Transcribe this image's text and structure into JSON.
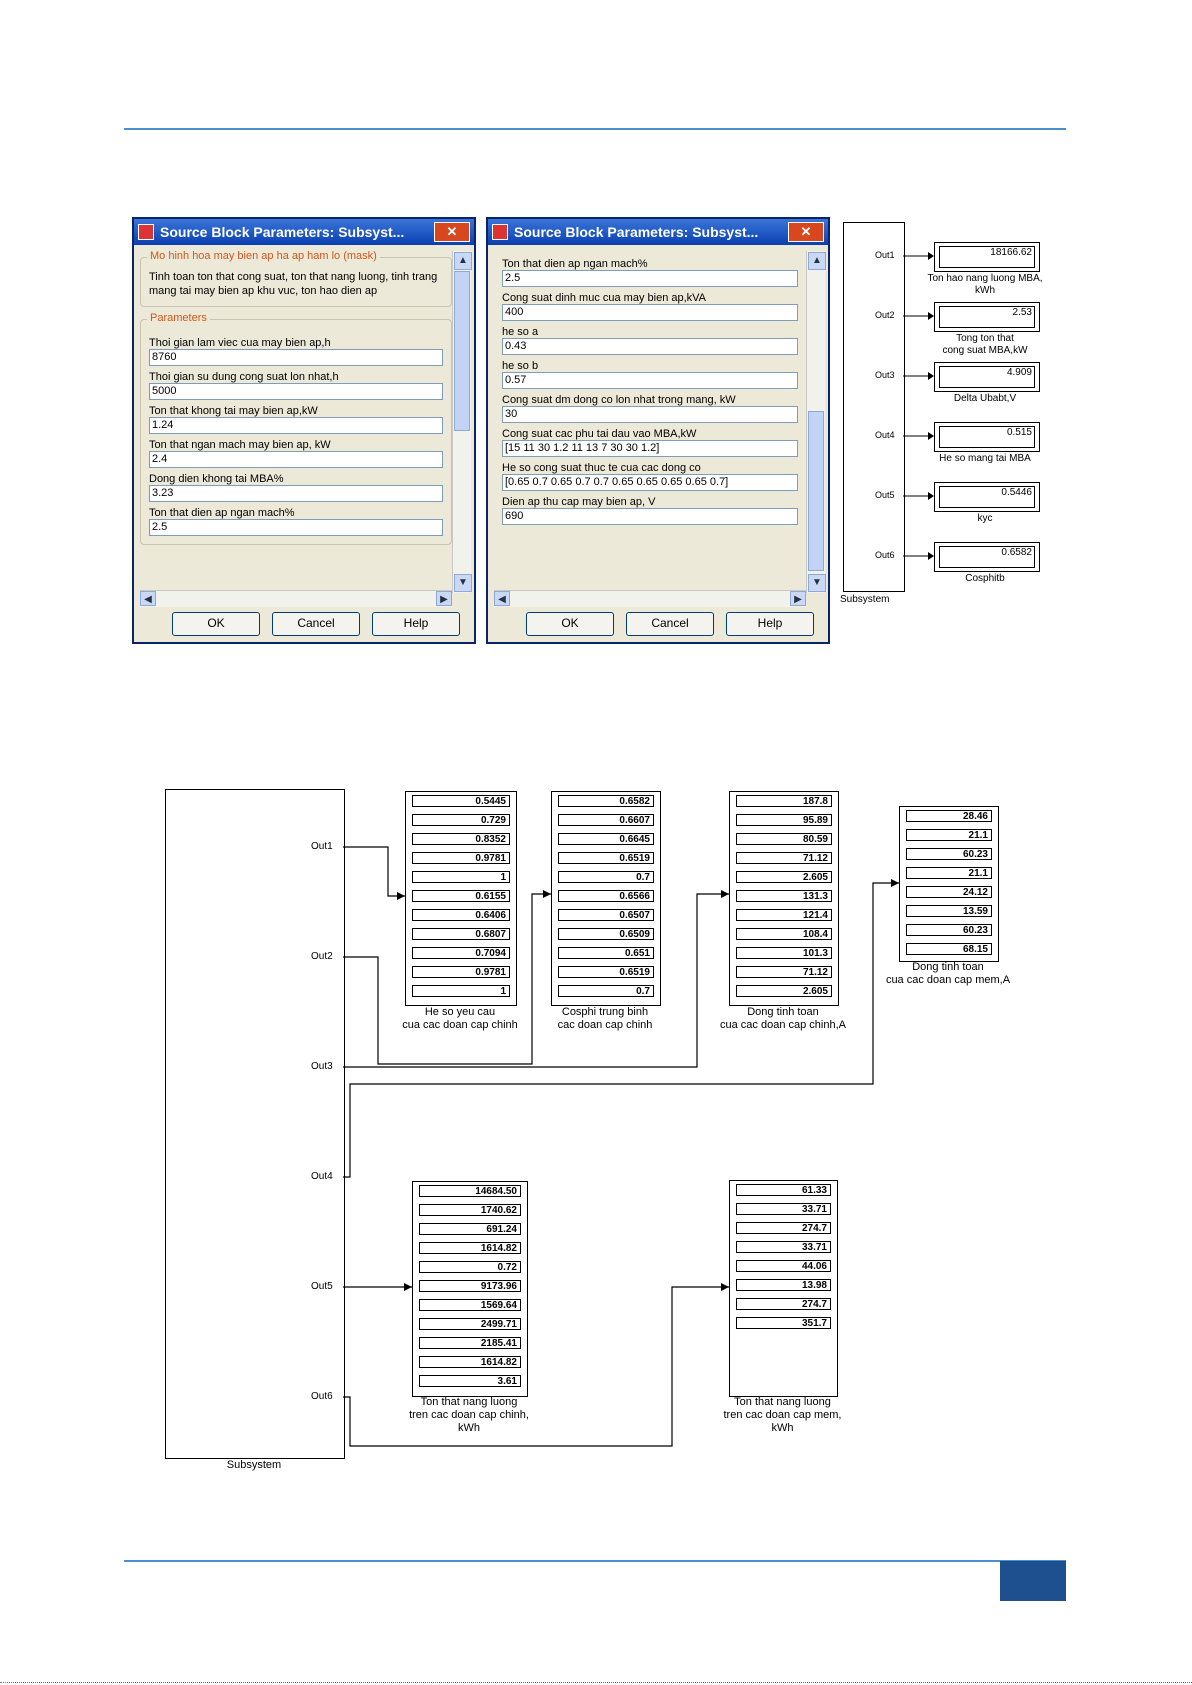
{
  "dialog_left": {
    "title": "Source Block Parameters: Subsyst...",
    "close": "✕",
    "mask_title": "Mo hinh hoa may bien ap ha ap ham lo (mask)",
    "mask_desc": "Tinh toan ton that cong suat, ton that nang luong, tinh trang mang tai may bien ap khu vuc, ton hao dien ap",
    "params_title": "Parameters",
    "params": [
      {
        "label": "Thoi gian lam viec cua may bien ap,h",
        "value": "8760"
      },
      {
        "label": "Thoi gian su dung  cong suat lon nhat,h",
        "value": "5000"
      },
      {
        "label": "Ton that khong tai may bien ap,kW",
        "value": "1.24"
      },
      {
        "label": "Ton that ngan mach may bien ap, kW",
        "value": "2.4"
      },
      {
        "label": "Dong dien khong tai MBA%",
        "value": "3.23"
      },
      {
        "label": "Ton that dien ap ngan mach%",
        "value": "2.5"
      }
    ],
    "buttons": {
      "ok": "OK",
      "cancel": "Cancel",
      "help": "Help"
    }
  },
  "dialog_right": {
    "title": "Source Block Parameters: Subsyst...",
    "close": "✕",
    "params": [
      {
        "label": "Ton that dien ap ngan mach%",
        "value": "2.5"
      },
      {
        "label": "Cong suat dinh muc cua may bien ap,kVA",
        "value": "400"
      },
      {
        "label": "he so a",
        "value": "0.43"
      },
      {
        "label": "he so b",
        "value": "0.57"
      },
      {
        "label": "Cong suat dm dong co lon nhat trong mang, kW",
        "value": "30"
      },
      {
        "label": "Cong suat cac phu tai dau vao MBA,kW",
        "value": "[15 11 30 1.2 11 13 7 30 30 1.2]"
      },
      {
        "label": "He so cong suat thuc te cua cac dong co",
        "value": "[0.65 0.7 0.65 0.7 0.7 0.65 0.65 0.65 0.65 0.7]"
      },
      {
        "label": "Dien ap thu cap may bien ap, V",
        "value": "690"
      }
    ],
    "buttons": {
      "ok": "OK",
      "cancel": "Cancel",
      "help": "Help"
    }
  },
  "top_subsystem": {
    "label": "Subsystem",
    "outputs": [
      {
        "port": "Out1",
        "value": "18166.62",
        "caption1": "Ton hao nang luong MBA,",
        "caption2": "kWh"
      },
      {
        "port": "Out2",
        "value": "2.53",
        "caption1": "Tong ton that",
        "caption2": "cong suat MBA,kW"
      },
      {
        "port": "Out3",
        "value": "4.909",
        "caption1": "Delta Ubabt,V",
        "caption2": ""
      },
      {
        "port": "Out4",
        "value": "0.515",
        "caption1": "He so mang tai MBA",
        "caption2": ""
      },
      {
        "port": "Out5",
        "value": "0.5446",
        "caption1": "kyc",
        "caption2": ""
      },
      {
        "port": "Out6",
        "value": "0.6582",
        "caption1": "Cosphitb",
        "caption2": ""
      }
    ]
  },
  "bottom_diagram": {
    "subsystem_label": "Subsystem",
    "ports": [
      "Out1",
      "Out2",
      "Out3",
      "Out4",
      "Out5",
      "Out6"
    ],
    "displays": [
      {
        "values": [
          "0.5445",
          "0.729",
          "0.8352",
          "0.9781",
          "1",
          "0.6155",
          "0.6406",
          "0.6807",
          "0.7094",
          "0.9781",
          "1"
        ],
        "caption": [
          "He so yeu cau",
          "cua cac doan cap chinh"
        ]
      },
      {
        "values": [
          "0.6582",
          "0.6607",
          "0.6645",
          "0.6519",
          "0.7",
          "0.6566",
          "0.6507",
          "0.6509",
          "0.651",
          "0.6519",
          "0.7"
        ],
        "caption": [
          "Cosphi trung binh",
          "cac doan cap chinh"
        ]
      },
      {
        "values": [
          "187.8",
          "95.89",
          "80.59",
          "71.12",
          "2.605",
          "131.3",
          "121.4",
          "108.4",
          "101.3",
          "71.12",
          "2.605"
        ],
        "caption": [
          "Dong tinh toan",
          "cua cac doan cap chinh,A"
        ]
      },
      {
        "values": [
          "28.46",
          "21.1",
          "60.23",
          "21.1",
          "24.12",
          "13.59",
          "60.23",
          "68.15"
        ],
        "caption": [
          "Dong tinh toan",
          "cua cac doan cap mem,A"
        ]
      },
      {
        "values": [
          "14684.50",
          "1740.62",
          "691.24",
          "1614.82",
          "0.72",
          "9173.96",
          "1569.64",
          "2499.71",
          "2185.41",
          "1614.82",
          "3.61"
        ],
        "caption": [
          "Ton that nang luong",
          "tren cac doan cap chinh,",
          "kWh"
        ]
      },
      {
        "values": [
          "61.33",
          "33.71",
          "274.7",
          "33.71",
          "44.06",
          "13.98",
          "274.7",
          "351.7"
        ],
        "caption": [
          "Ton that nang luong",
          "tren cac doan cap mem,",
          "kWh"
        ]
      }
    ]
  }
}
